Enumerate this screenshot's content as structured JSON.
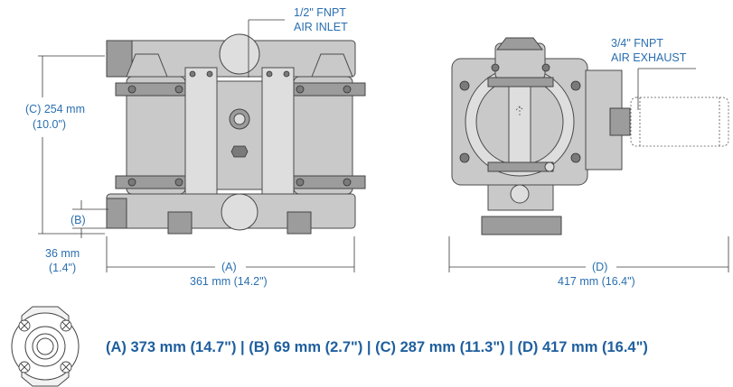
{
  "callouts": {
    "air_inlet_line1": "1/2\" FNPT",
    "air_inlet_line2": "AIR INLET",
    "air_exhaust_line1": "3/4\" FNPT",
    "air_exhaust_line2": "AIR EXHAUST"
  },
  "dimensions": {
    "c_height_line1": "(C) 254 mm",
    "c_height_line2": "(10.0\")",
    "b_label": "(B)",
    "b_value_line1": "36 mm",
    "b_value_line2": "(1.4\")",
    "a_label": "(A)",
    "a_value": "361 mm (14.2\")",
    "d_label": "(D)",
    "d_value": "417 mm (16.4\")"
  },
  "summary": {
    "text": "(A) 373 mm (14.7\") | (B) 69 mm (2.7\") | (C) 287 mm (11.3\") | (D) 417 mm (16.4\")"
  },
  "colors": {
    "label_blue": "#2a6fb0",
    "summary_blue": "#1f5f9e",
    "pump_gray": "#c9c9c9"
  }
}
